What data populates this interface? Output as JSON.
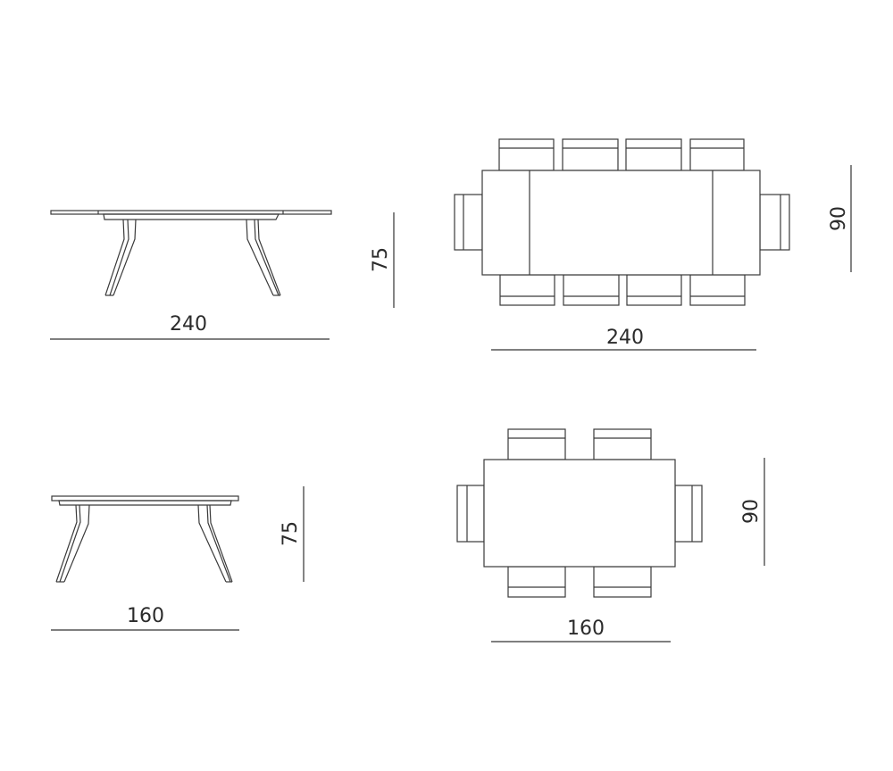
{
  "diagram": {
    "type": "furniture dimension drawing",
    "colors": {
      "line": "#3a3a3a",
      "text": "#2b2b2b",
      "background": "#ffffff"
    },
    "views": [
      {
        "name": "side-view-extended",
        "description": "Extendable table side elevation, leaves extended",
        "labels": {
          "width": "240",
          "height": "75"
        }
      },
      {
        "name": "plan-view-extended",
        "description": "Top view, 10 seats (4 per long side, 1 per end)",
        "seats": 10,
        "labels": {
          "width": "240",
          "depth": "90"
        }
      },
      {
        "name": "side-view-closed",
        "description": "Table side elevation, closed",
        "labels": {
          "width": "160",
          "height": "75"
        }
      },
      {
        "name": "plan-view-closed",
        "description": "Top view, 6 seats (2 per long side, 1 per end)",
        "seats": 6,
        "labels": {
          "width": "160",
          "depth": "90"
        }
      }
    ]
  }
}
